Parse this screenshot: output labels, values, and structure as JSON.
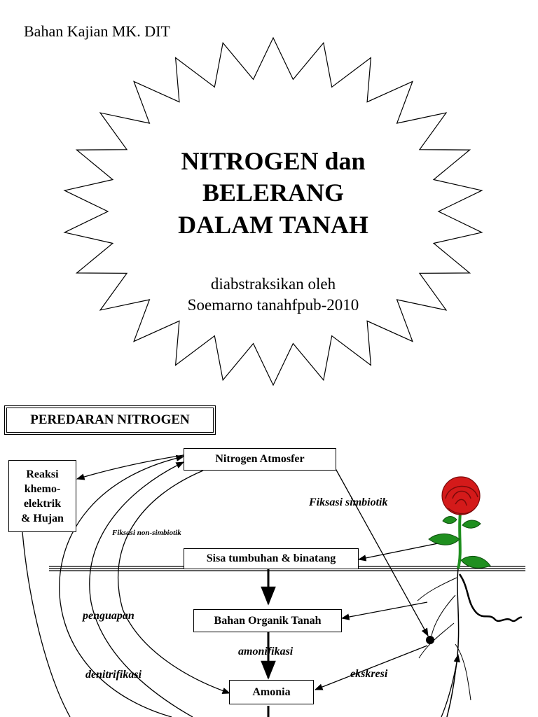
{
  "header": {
    "course": "Bahan Kajian MK. DIT"
  },
  "title_block": {
    "title_lines": [
      "NITROGEN  dan",
      "BELERANG",
      "DALAM  TANAH"
    ],
    "subtitle_lines": [
      "diabstraksikan oleh",
      "Soemarno  tanahfpub-2010"
    ]
  },
  "section": {
    "heading": "PEREDARAN NITROGEN"
  },
  "diagram": {
    "boxes": {
      "reaksi_lines": [
        "Reaksi",
        "khemo-",
        "elektrik",
        "& Hujan"
      ],
      "nitrogen_atmosfer": "Nitrogen Atmosfer",
      "sisa_tumbuhan": "Sisa tumbuhan & binatang",
      "bahan_organik": "Bahan Organik Tanah",
      "amonia": "Amonia"
    },
    "labels": {
      "fiksasi_simbiotik": "Fiksasi simbiotik",
      "fiksasi_non_simbiotik": "Fiksasi non-simbiotik",
      "penguapan": "penguapan",
      "denitrifikasi": "denitrifikasi",
      "amonifikasi": "amonifikasi",
      "ekskresi": "ekskresi"
    },
    "icons": [
      "rose-flower-icon"
    ],
    "colors": {
      "rose": "#d41a1a",
      "leaf": "#1f8f1f",
      "line": "#000000"
    }
  }
}
